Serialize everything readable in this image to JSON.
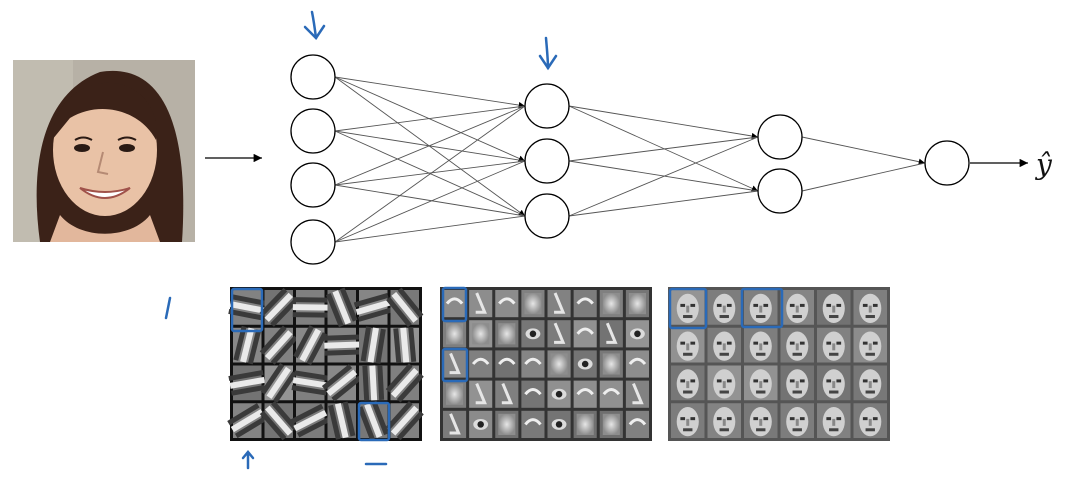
{
  "diagram": {
    "output_label": "ŷ",
    "input_image_icon": "face-photo",
    "network": {
      "layer_sizes": [
        4,
        3,
        2,
        1
      ]
    },
    "feature_grids": [
      {
        "name": "edge-features",
        "rows": 4,
        "cols": 6,
        "theme": "edges"
      },
      {
        "name": "part-features",
        "rows": 5,
        "cols": 8,
        "theme": "parts"
      },
      {
        "name": "face-features",
        "rows": 4,
        "cols": 6,
        "theme": "faces"
      }
    ],
    "colors": {
      "ink": "#000000",
      "annotation_blue": "#2a6ab8",
      "skin": "#e9c2a6",
      "hair": "#3b2218",
      "photo_bg": "#b7b1a6"
    }
  }
}
